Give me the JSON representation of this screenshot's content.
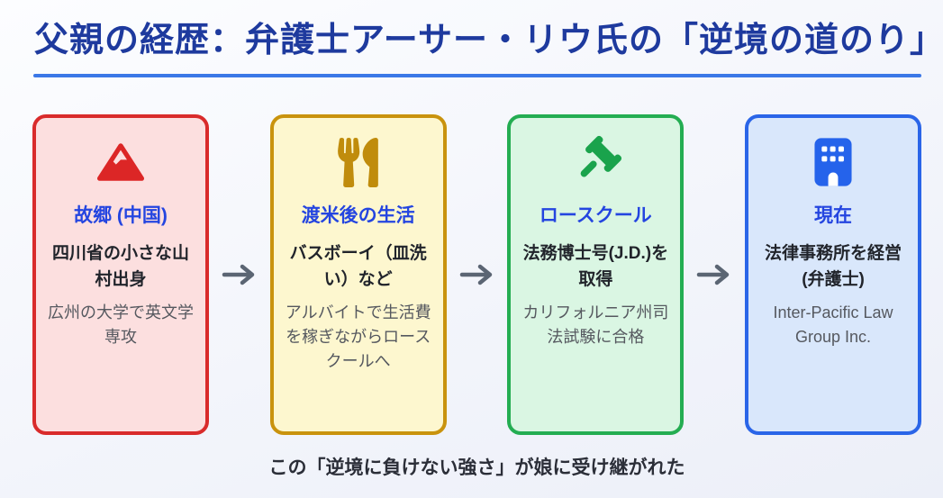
{
  "page": {
    "title": "父親の経歴：弁護士アーサー・リウ氏の「逆境の道のり」",
    "caption": "この「逆境に負けない強さ」が娘に受け継がれた"
  },
  "colors": {
    "title_text": "#1e3a9e",
    "title_underline": "#3b78e7",
    "heading_blue": "#2445e0",
    "body_text": "#21242b",
    "sub_text": "#55585f",
    "caption_text": "#2b2e38",
    "arrow": "#5b6573"
  },
  "icons": {
    "arrow": "right-arrow-icon",
    "card_icons": [
      "mountain-icon",
      "utensils-icon",
      "gavel-icon",
      "building-icon"
    ]
  },
  "cards": [
    {
      "id": "hometown",
      "icon": "mountain-icon",
      "heading": "故郷 (中国)",
      "main": "四川省の小さな山村出身",
      "sub": "広州の大学で英文学専攻",
      "border": "#d92b2b",
      "background": "#fcdfdf",
      "icon_color": "#dc2626"
    },
    {
      "id": "life-after-moving-to-us",
      "icon": "utensils-icon",
      "heading": "渡米後の生活",
      "main": "バスボーイ（皿洗い）など",
      "sub": "アルバイトで生活費を稼ぎながらロースクールへ",
      "border": "#c9930d",
      "background": "#fdf7cf",
      "icon_color": "#c08c0c"
    },
    {
      "id": "law-school",
      "icon": "gavel-icon",
      "heading": "ロースクール",
      "main": "法務博士号(J.D.)を取得",
      "sub": "カリフォルニア州司法試験に合格",
      "border": "#24ad52",
      "background": "#daf6e3",
      "icon_color": "#1aa34c"
    },
    {
      "id": "present",
      "icon": "building-icon",
      "heading": "現在",
      "main": "法律事務所を経営 (弁護士)",
      "sub": "Inter-Pacific Law Group Inc.",
      "border": "#2a65e8",
      "background": "#d9e7fb",
      "icon_color": "#2563eb"
    }
  ]
}
